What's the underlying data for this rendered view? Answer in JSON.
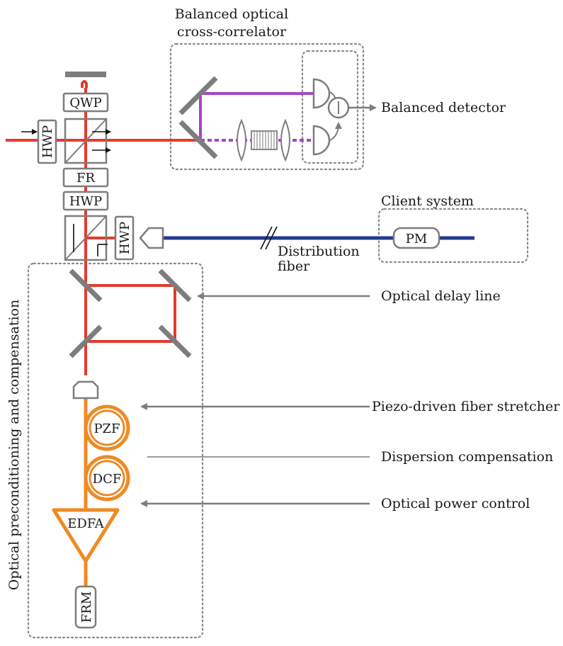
{
  "labels": {
    "bocc_line1": "Balanced optical",
    "bocc_line2": "cross-correlator",
    "balanced_detector": "Balanced detector",
    "client_system": "Client system",
    "distribution_fiber_line1": "Distribution",
    "distribution_fiber_line2": "fiber",
    "optical_delay_line": "Optical delay line",
    "fiber_stretcher": "Piezo-driven fiber stretcher",
    "dispersion_compensation": "Dispersion compensation",
    "optical_power_control": "Optical power control",
    "preconditioning": "Optical preconditioning and compensation"
  },
  "components": {
    "qwp": "QWP",
    "hwp_left": "HWP",
    "fr": "FR",
    "hwp_mid": "HWP",
    "hwp_small": "HWP",
    "pm": "PM",
    "pzf": "PZF",
    "dcf": "DCF",
    "edfa": "EDFA",
    "frm": "FRM"
  },
  "colors": {
    "laser_red": "#e53a2e",
    "pulse_purple": "#a745c8",
    "fiber_blue": "#243a92",
    "fiber_orange": "#ef8a24",
    "component_gray": "#7d7d7d"
  }
}
